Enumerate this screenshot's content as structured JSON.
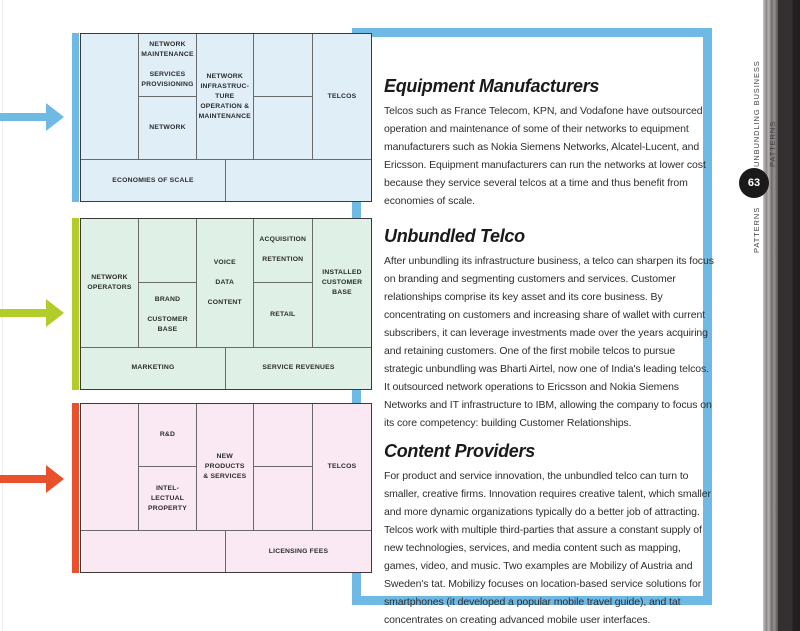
{
  "sidebar": {
    "strip_label_top": "UNBUNDLING BUSINESS PATTERNS",
    "page_number": "63",
    "strip_label_bottom": "PATTERNS"
  },
  "colors": {
    "blue_accent": "#6fb9e5",
    "green_accent": "#b2cc29",
    "red_accent": "#e8512b",
    "canvas_blue_fill": "#e0eef8",
    "canvas_green_fill": "#dff0e6",
    "canvas_pink_fill": "#fae9f2"
  },
  "sections": [
    {
      "heading": "Equipment Manufacturers",
      "body": "Telcos such as France Telecom, KPN, and Vodafone have outsourced operation and maintenance of some of their networks to equipment manufacturers such as Nokia Siemens Networks, Alcatel-Lucent, and Ericsson. Equipment manufacturers can run the networks at lower cost because they service several telcos at a time and thus benefit from economies of scale.",
      "canvas": {
        "key_partners": "",
        "key_activities": "NETWORK\nMAINTENANCE\n\nSERVICES\nPROVISIONING",
        "key_resources": "NETWORK",
        "value_proposition": "NETWORK\nINFRASTRUC-\nTURE\nOPERATION &\nMAINTENANCE",
        "customer_relationships": "",
        "channels": "",
        "customer_segments": "TELCOS",
        "cost_structure": "ECONOMIES OF SCALE",
        "revenue_streams": ""
      }
    },
    {
      "heading": "Unbundled Telco",
      "body": "After unbundling its infrastructure business, a telco can sharpen its focus on branding and segmenting customers and services. Customer relationships comprise its key asset and its core business. By concentrating on customers and increasing share of wallet with current subscribers, it can leverage investments made over the years acquiring and retaining customers. One of the first mobile telcos to pursue strategic unbundling was Bharti Airtel, now one of India's leading telcos. It outsourced network operations to Ericsson and Nokia Siemens Networks and IT infrastructure to IBM, allowing the company to focus on its core competency: building Customer Relationships.",
      "canvas": {
        "key_partners": "NETWORK\nOPERATORS",
        "key_activities": "",
        "key_resources": "BRAND\n\nCUSTOMER\nBASE",
        "value_proposition": "VOICE\n\nDATA\n\nCONTENT",
        "customer_relationships": "ACQUISITION\n\nRETENTION",
        "channels": "RETAIL",
        "customer_segments": "INSTALLED\nCUSTOMER\nBASE",
        "cost_structure": "MARKETING",
        "revenue_streams": "SERVICE REVENUES"
      }
    },
    {
      "heading": "Content Providers",
      "body": "For product and service innovation, the unbundled telco can turn to smaller, creative firms. Innovation requires creative talent, which smaller and more dynamic organizations typically do a better job of attracting. Telcos work with multiple third-parties that assure a constant supply of new technologies, services, and media content such as mapping, games, video, and music. Two examples are Mobilizy of Austria and Sweden's tat. Mobilizy focuses on location-based service solutions for smartphones (it developed a popular mobile travel guide), and tat concentrates on creating advanced mobile user interfaces.",
      "canvas": {
        "key_partners": "",
        "key_activities": "R&D",
        "key_resources": "INTEL-\nLECTUAL\nPROPERTY",
        "value_proposition": "NEW\nPRODUCTS\n& SERVICES",
        "customer_relationships": "",
        "channels": "",
        "customer_segments": "TELCOS",
        "cost_structure": "",
        "revenue_streams": "LICENSING FEES"
      }
    }
  ]
}
